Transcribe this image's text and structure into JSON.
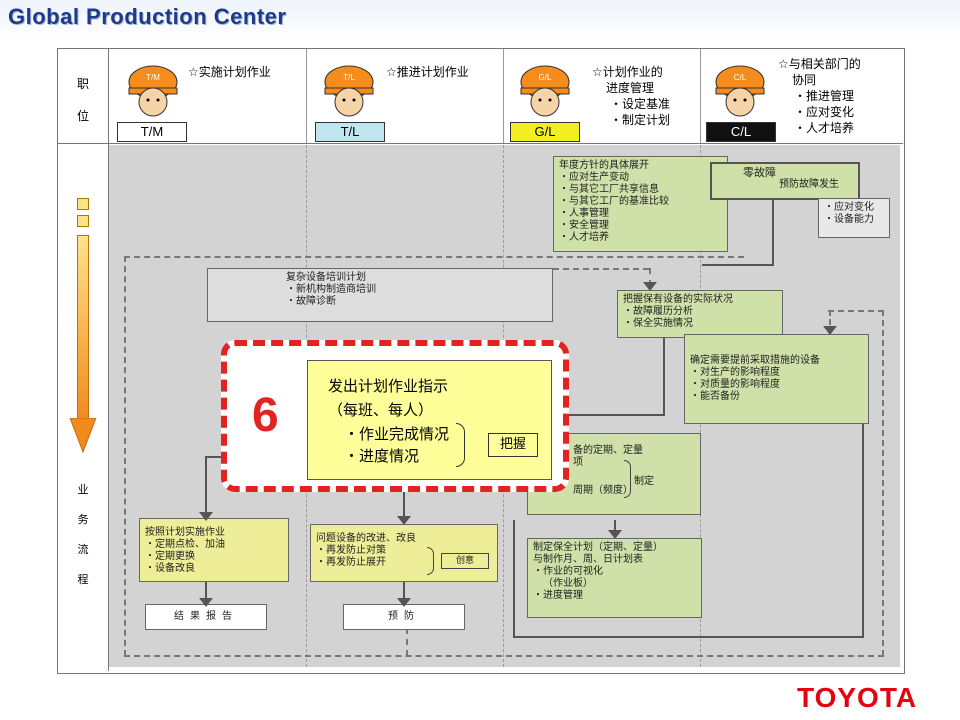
{
  "header": {
    "title": "Global Production Center"
  },
  "brand": {
    "logo_text": "TOYOTA",
    "color": "#e50012"
  },
  "labels": {
    "position": "职位",
    "business_flow": "业务流程"
  },
  "roles": [
    {
      "code": "T/M",
      "tag_color": "#ffffff",
      "desc": [
        "☆实施计划作业"
      ]
    },
    {
      "code": "T/L",
      "tag_color": "#bfe6ee",
      "desc": [
        "☆推进计划作业"
      ]
    },
    {
      "code": "G/L",
      "tag_color": "#f2ee22",
      "desc": [
        "☆计划作业的",
        "进度管理",
        "・设定基准",
        "・制定计划"
      ]
    },
    {
      "code": "C/L",
      "tag_color": "#111111",
      "desc": [
        "☆与相关部门的",
        "协同",
        "・推进管理",
        "・应对变化",
        "・人才培养"
      ]
    }
  ],
  "boxes": {
    "annual_plan": [
      "年度方针的具体展开",
      "・应对生产变动",
      "・与其它工厂共享信息",
      "・与其它工厂的基准比较",
      "・人事管理",
      "・安全管理",
      "・人才培养"
    ],
    "zero_fault_title": "零故障",
    "zero_fault_sub": "预防故障发生",
    "respond_change": [
      "・应对变化",
      "・设备能力"
    ],
    "complex_training": [
      "复杂设备培训计划",
      "・新机构制造商培训",
      "・故障诊断"
    ],
    "grasp_status": [
      "把握保有设备的实际状况",
      "・故障履历分析",
      "・保全实施情况"
    ],
    "confirm_measures": [
      "确定需要提前采取措施的设备",
      "・对生产的影响程度",
      "・对质量的影响程度",
      "・能否备份"
    ],
    "equipment_quant": [
      "备的定期、定量",
      "项"
    ],
    "equipment_cycle": "周期（频度）",
    "formulate": "制定",
    "maintenance_plan": [
      "制定保全计划（定期、定量）",
      "与制作月、周、日计划表",
      "・作业的可视化",
      "（作业板）",
      "・进度管理"
    ],
    "implement": [
      "按照计划实施作业",
      "・定期点检、加油",
      "・定期更换",
      "・设备改良"
    ],
    "problem_improve": [
      "问题设备的改进、改良",
      "・再发防止对策",
      "・再发防止展开"
    ],
    "creative": "创意",
    "result_report": "结果报告",
    "prevention": "预防"
  },
  "highlight": {
    "number": "6",
    "title": "发出计划作业指示",
    "subtitle": "（每班、每人）",
    "items": [
      "・作业完成情况",
      "・进度情况"
    ],
    "grasp": "把握"
  }
}
